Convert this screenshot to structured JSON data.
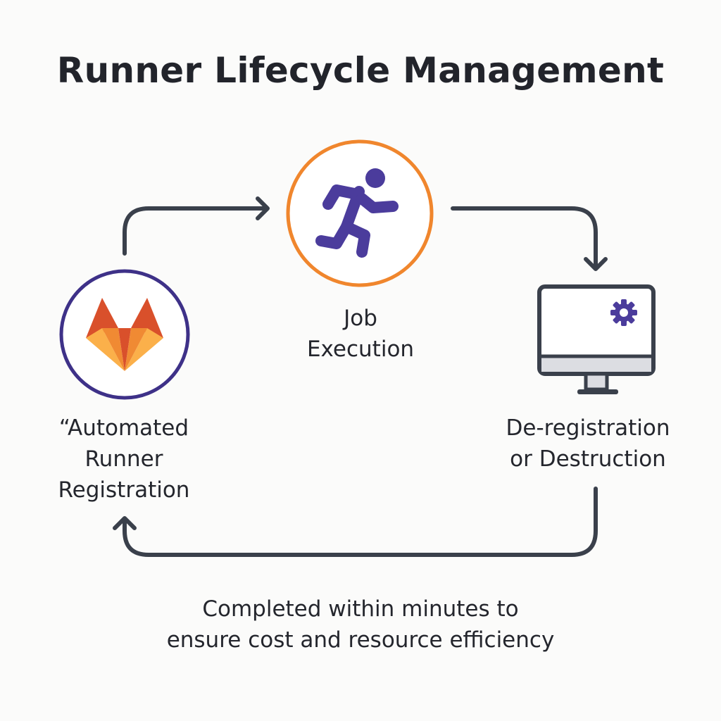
{
  "title": "Runner Lifecycle Management",
  "steps": {
    "job": {
      "line1": "Job",
      "line2": "Execution",
      "icon": "running-person-icon"
    },
    "registration": {
      "line1": "“Automated",
      "line2": "Runner",
      "line3": "Registration",
      "icon": "gitlab-fox-logo-icon"
    },
    "deregistration": {
      "line1": "De-registration",
      "line2": "or Destruction",
      "icon": "monitor-gear-icon"
    }
  },
  "footer": {
    "line1": "Completed within minutes to",
    "line2": "ensure cost and resource efficiency"
  },
  "colors": {
    "text": "#24262d",
    "arrow": "#3a404b",
    "job_ring": "#f0862d",
    "registration_ring": "#3e3188",
    "runner_figure": "#4b3c9c",
    "gear": "#4b3c9c",
    "gitlab_dark": "#d9502b",
    "gitlab_mid": "#f08a33",
    "gitlab_light": "#fbb04a"
  }
}
